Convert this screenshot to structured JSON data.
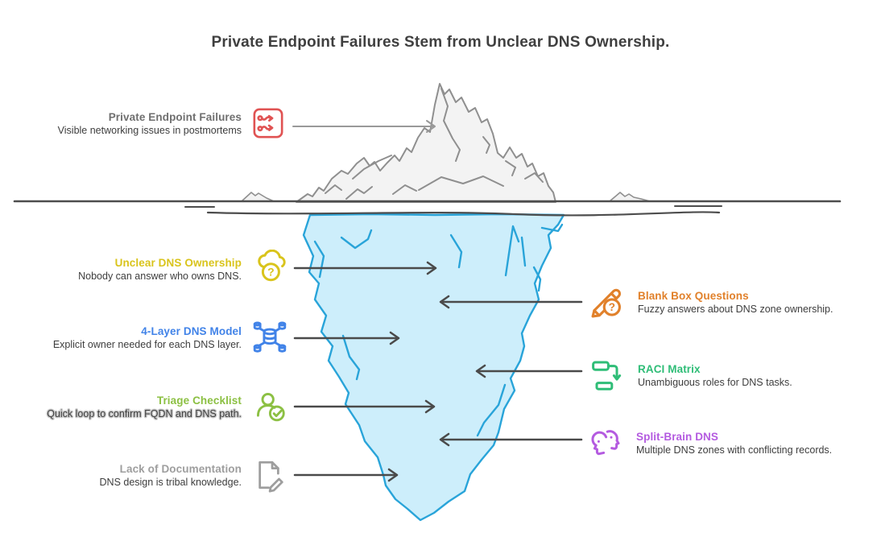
{
  "title": "Private Endpoint Failures Stem from Unclear DNS Ownership.",
  "colors": {
    "title_text": "#3f3f3f",
    "subtitle_text": "#3d3d3d",
    "surface_title": "#6f6f6f",
    "arrow_dark": "#4a4a4a",
    "arrow_light": "#999999",
    "waterline": "#4d4d4d",
    "berg_above_fill": "#f3f3f3",
    "berg_above_stroke": "#8f8f8f",
    "berg_below_fill": "#cdeefb",
    "berg_below_stroke": "#29a4d9"
  },
  "callouts": {
    "surface": {
      "title": "Private Endpoint Failures",
      "subtitle": "Visible networking issues in postmortems",
      "icon": "endpoint-routes-icon",
      "color": "#e05353",
      "title_color": "#6f6f6f"
    },
    "left": [
      {
        "title": "Unclear DNS Ownership",
        "subtitle": "Nobody can answer who owns DNS.",
        "icon": "cloud-question-icon",
        "color": "#d9c41c"
      },
      {
        "title": "4-Layer DNS Model",
        "subtitle": "Explicit owner needed for each DNS layer.",
        "icon": "dns-layers-icon",
        "color": "#4183e8"
      },
      {
        "title": "Triage Checklist",
        "subtitle": "Quick loop to confirm FQDN and DNS path.",
        "icon": "person-check-icon",
        "color": "#8cc043",
        "highlighted": true
      },
      {
        "title": "Lack of Documentation",
        "subtitle": "DNS design is tribal knowledge.",
        "icon": "document-pencil-icon",
        "color": "#9e9e9e"
      }
    ],
    "right": [
      {
        "title": "Blank Box Questions",
        "subtitle": "Fuzzy answers about DNS zone ownership.",
        "icon": "pencil-question-icon",
        "color": "#e1812b"
      },
      {
        "title": "RACI Matrix",
        "subtitle": "Unambiguous roles for DNS tasks.",
        "icon": "workflow-boxes-icon",
        "color": "#2fbd77"
      },
      {
        "title": "Split-Brain DNS",
        "subtitle": "Multiple DNS zones with conflicting records.",
        "icon": "two-heads-icon",
        "color": "#b45be0"
      }
    ]
  }
}
